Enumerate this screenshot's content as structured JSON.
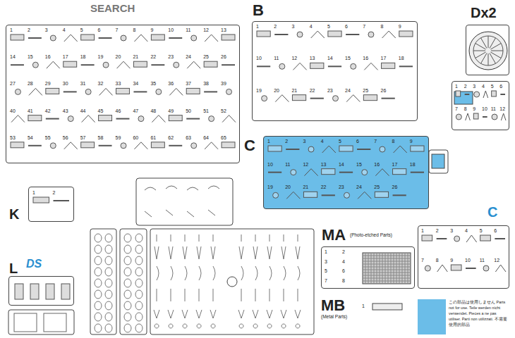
{
  "diagram": {
    "nodes": [
      {
        "text": [
          "1",
          "2",
          "3",
          "4",
          "5",
          "6",
          "7",
          "8",
          "9",
          "10",
          "11",
          "12",
          "13",
          "14",
          "15",
          "16",
          "17",
          "18",
          "19",
          "20",
          "21",
          "22",
          "23",
          "24",
          "25",
          "26",
          "27",
          "28",
          "29",
          "30",
          "31",
          "32",
          "33",
          "34",
          "35",
          "36",
          "37",
          "38",
          "39",
          "40",
          "41",
          "42",
          "43",
          "44",
          "45",
          "46",
          "47",
          "48",
          "49",
          "50",
          "51",
          "52",
          "53",
          "54",
          "55",
          "56",
          "57",
          "58",
          "59",
          "60",
          "61",
          "62",
          "63",
          "64",
          "65"
        ]
      },
      {
        "text": [
          "B",
          "1",
          "2",
          "3",
          "4",
          "5",
          "6",
          "7",
          "8",
          "9",
          "10",
          "11",
          "12",
          "13",
          "14",
          "15",
          "16",
          "17",
          "18",
          "19",
          "20",
          "21",
          "22",
          "23",
          "24",
          "25",
          "26"
        ]
      },
      {
        "text": [
          "Dx2"
        ]
      },
      {
        "text": [
          "1",
          "2",
          "3",
          "4",
          "5",
          "6",
          "7",
          "8",
          "9",
          "10",
          "11",
          "12"
        ]
      },
      {
        "text": [
          "C",
          "1",
          "2",
          "3",
          "4",
          "5",
          "6",
          "7",
          "8",
          "9",
          "10",
          "11",
          "12",
          "13",
          "14",
          "15",
          "16",
          "17",
          "18",
          "19",
          "20",
          "21",
          "22",
          "23",
          "24",
          "25",
          "26"
        ]
      },
      {
        "text": [
          "K",
          "1",
          "2"
        ]
      },
      {
        "text": [
          "L",
          "DS"
        ]
      },
      {
        "text": [
          "MA",
          "(Photo-etched Parts)",
          "1",
          "2",
          "3",
          "4",
          "5",
          "6",
          "7",
          "8"
        ]
      },
      {
        "text": [
          "MB",
          "(Metal Parts)",
          "1"
        ]
      },
      {
        "text": [
          "C",
          "1",
          "2",
          "3",
          "4",
          "5",
          "6",
          "7",
          "8",
          "9",
          "10",
          "11",
          "12"
        ]
      }
    ],
    "labels": [
      "SEARCH"
    ],
    "legend": [
      {
        "text": "この部品は使用しません Parts not for use. Teile werden nicht verwendet. Pieces a ne pas utiliser. Parti non utilizzati. 不需要使用的部品",
        "color": "#6bbde8"
      }
    ]
  }
}
